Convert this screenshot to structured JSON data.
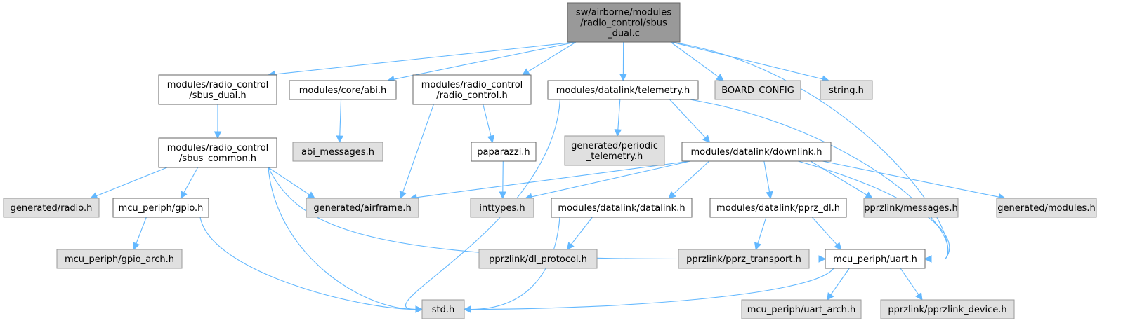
{
  "colors": {
    "root_fill": "#999999",
    "root_stroke": "#666666",
    "documented_fill": "#ffffff",
    "documented_stroke": "#666666",
    "external_fill": "#e0e0e0",
    "external_stroke": "#999999",
    "edge": "#63b8ff"
  },
  "nodes": {
    "root": {
      "kind": "root",
      "lines": [
        "sw/airborne/modules",
        "/radio_control/sbus",
        "_dual.c"
      ]
    },
    "sbus_dual_h": {
      "kind": "documented",
      "lines": [
        "modules/radio_control",
        "/sbus_dual.h"
      ]
    },
    "abi_h": {
      "kind": "documented",
      "lines": [
        "modules/core/abi.h"
      ]
    },
    "radio_control_h": {
      "kind": "documented",
      "lines": [
        "modules/radio_control",
        "/radio_control.h"
      ]
    },
    "telemetry_h": {
      "kind": "documented",
      "lines": [
        "modules/datalink/telemetry.h"
      ]
    },
    "board_config": {
      "kind": "external",
      "lines": [
        "BOARD_CONFIG"
      ]
    },
    "string_h": {
      "kind": "external",
      "lines": [
        "string.h"
      ]
    },
    "sbus_common_h": {
      "kind": "documented",
      "lines": [
        "modules/radio_control",
        "/sbus_common.h"
      ]
    },
    "abi_messages_h": {
      "kind": "external",
      "lines": [
        "abi_messages.h"
      ]
    },
    "paparazzi_h": {
      "kind": "documented",
      "lines": [
        "paparazzi.h"
      ]
    },
    "periodic_telemetry_h": {
      "kind": "external",
      "lines": [
        "generated/periodic",
        "_telemetry.h"
      ]
    },
    "downlink_h": {
      "kind": "documented",
      "lines": [
        "modules/datalink/downlink.h"
      ]
    },
    "radio_h": {
      "kind": "external",
      "lines": [
        "generated/radio.h"
      ]
    },
    "gpio_h": {
      "kind": "documented",
      "lines": [
        "mcu_periph/gpio.h"
      ]
    },
    "airframe_h": {
      "kind": "external",
      "lines": [
        "generated/airframe.h"
      ]
    },
    "inttypes_h": {
      "kind": "external",
      "lines": [
        "inttypes.h"
      ]
    },
    "datalink_h": {
      "kind": "documented",
      "lines": [
        "modules/datalink/datalink.h"
      ]
    },
    "pprz_dl_h": {
      "kind": "documented",
      "lines": [
        "modules/datalink/pprz_dl.h"
      ]
    },
    "messages_h": {
      "kind": "external",
      "lines": [
        "pprzlink/messages.h"
      ]
    },
    "modules_h": {
      "kind": "external",
      "lines": [
        "generated/modules.h"
      ]
    },
    "gpio_arch_h": {
      "kind": "external",
      "lines": [
        "mcu_periph/gpio_arch.h"
      ]
    },
    "dl_protocol_h": {
      "kind": "external",
      "lines": [
        "pprzlink/dl_protocol.h"
      ]
    },
    "pprz_transport_h": {
      "kind": "external",
      "lines": [
        "pprzlink/pprz_transport.h"
      ]
    },
    "uart_h": {
      "kind": "documented",
      "lines": [
        "mcu_periph/uart.h"
      ]
    },
    "std_h": {
      "kind": "external",
      "lines": [
        "std.h"
      ]
    },
    "uart_arch_h": {
      "kind": "external",
      "lines": [
        "mcu_periph/uart_arch.h"
      ]
    },
    "pprzlink_device_h": {
      "kind": "external",
      "lines": [
        "pprzlink/pprzlink_device.h"
      ]
    }
  },
  "edges": [
    [
      "root",
      "sbus_dual_h"
    ],
    [
      "root",
      "abi_h"
    ],
    [
      "root",
      "radio_control_h"
    ],
    [
      "root",
      "telemetry_h"
    ],
    [
      "root",
      "board_config"
    ],
    [
      "root",
      "string_h"
    ],
    [
      "root",
      "uart_h"
    ],
    [
      "sbus_dual_h",
      "sbus_common_h"
    ],
    [
      "abi_h",
      "abi_messages_h"
    ],
    [
      "radio_control_h",
      "airframe_h"
    ],
    [
      "radio_control_h",
      "paparazzi_h"
    ],
    [
      "telemetry_h",
      "std_h"
    ],
    [
      "telemetry_h",
      "periodic_telemetry_h"
    ],
    [
      "telemetry_h",
      "downlink_h"
    ],
    [
      "telemetry_h",
      "uart_h"
    ],
    [
      "sbus_common_h",
      "radio_h"
    ],
    [
      "sbus_common_h",
      "gpio_h"
    ],
    [
      "sbus_common_h",
      "airframe_h"
    ],
    [
      "sbus_common_h",
      "std_h"
    ],
    [
      "sbus_common_h",
      "uart_h"
    ],
    [
      "paparazzi_h",
      "inttypes_h"
    ],
    [
      "downlink_h",
      "airframe_h"
    ],
    [
      "downlink_h",
      "inttypes_h"
    ],
    [
      "downlink_h",
      "datalink_h"
    ],
    [
      "downlink_h",
      "pprz_dl_h"
    ],
    [
      "downlink_h",
      "messages_h"
    ],
    [
      "downlink_h",
      "modules_h"
    ],
    [
      "downlink_h",
      "uart_h"
    ],
    [
      "gpio_h",
      "gpio_arch_h"
    ],
    [
      "gpio_h",
      "std_h"
    ],
    [
      "datalink_h",
      "dl_protocol_h"
    ],
    [
      "datalink_h",
      "std_h"
    ],
    [
      "pprz_dl_h",
      "pprz_transport_h"
    ],
    [
      "pprz_dl_h",
      "uart_h"
    ],
    [
      "uart_h",
      "std_h"
    ],
    [
      "uart_h",
      "uart_arch_h"
    ],
    [
      "uart_h",
      "pprzlink_device_h"
    ]
  ]
}
